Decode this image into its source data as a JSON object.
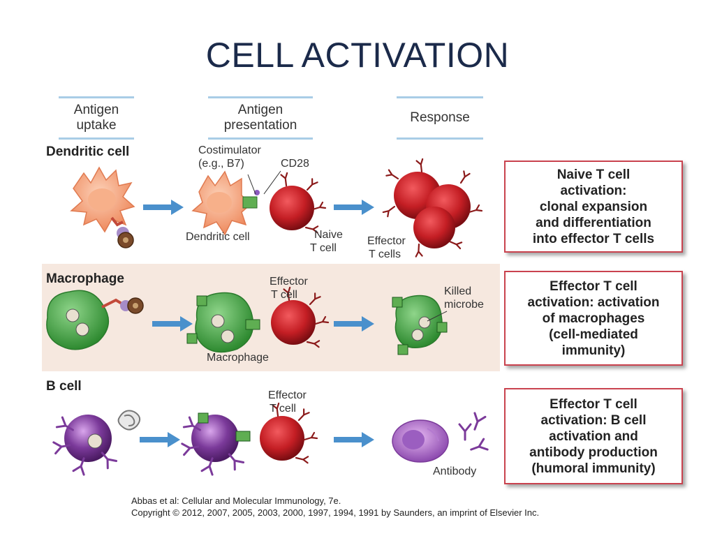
{
  "title": "CELL ACTIVATION",
  "columns": {
    "uptake": "Antigen uptake",
    "presentation": "Antigen presentation",
    "response": "Response"
  },
  "rows": {
    "dendritic": {
      "label": "Dendritic cell",
      "costimulator": "Costimulator",
      "costimulator_example": "(e.g., B7)",
      "cd28": "CD28",
      "dendritic_cell": "Dendritic cell",
      "naive_line1": "Naive",
      "naive_line2": "T cell",
      "effector_line1": "Effector",
      "effector_line2": "T cells",
      "result": "Naive T cell\nactivation:\nclonal expansion\nand differentiation\ninto effector T cells"
    },
    "macrophage": {
      "label": "Macrophage",
      "effector_line1": "Effector",
      "effector_line2": "T cell",
      "macrophage": "Macrophage",
      "killed_line1": "Killed",
      "killed_line2": "microbe",
      "result": "Effector T cell\nactivation: activation\nof macrophages\n(cell-mediated\nimmunity)"
    },
    "bcell": {
      "label": "B cell",
      "effector_line1": "Effector",
      "effector_line2": "T cell",
      "antibody": "Antibody",
      "result": "Effector T cell\nactivation: B cell\nactivation and\nantibody production\n(humoral immunity)"
    }
  },
  "credit": {
    "line1": "Abbas et al: Cellular and Molecular Immunology, 7e.",
    "line2": "Copyright © 2012, 2007, 2005, 2003, 2000, 1997, 1994, 1991 by Saunders, an imprint of Elsevier Inc."
  },
  "colors": {
    "title": "#1b2a4a",
    "header_rule": "#a9cde6",
    "arrow": "#4a90cc",
    "t_cell": "#c41e24",
    "dendritic": "#f19a72",
    "macrophage": "#4caa48",
    "b_cell": "#7b3a9a",
    "box_border": "#c9424e",
    "band": "#f6e8df"
  }
}
